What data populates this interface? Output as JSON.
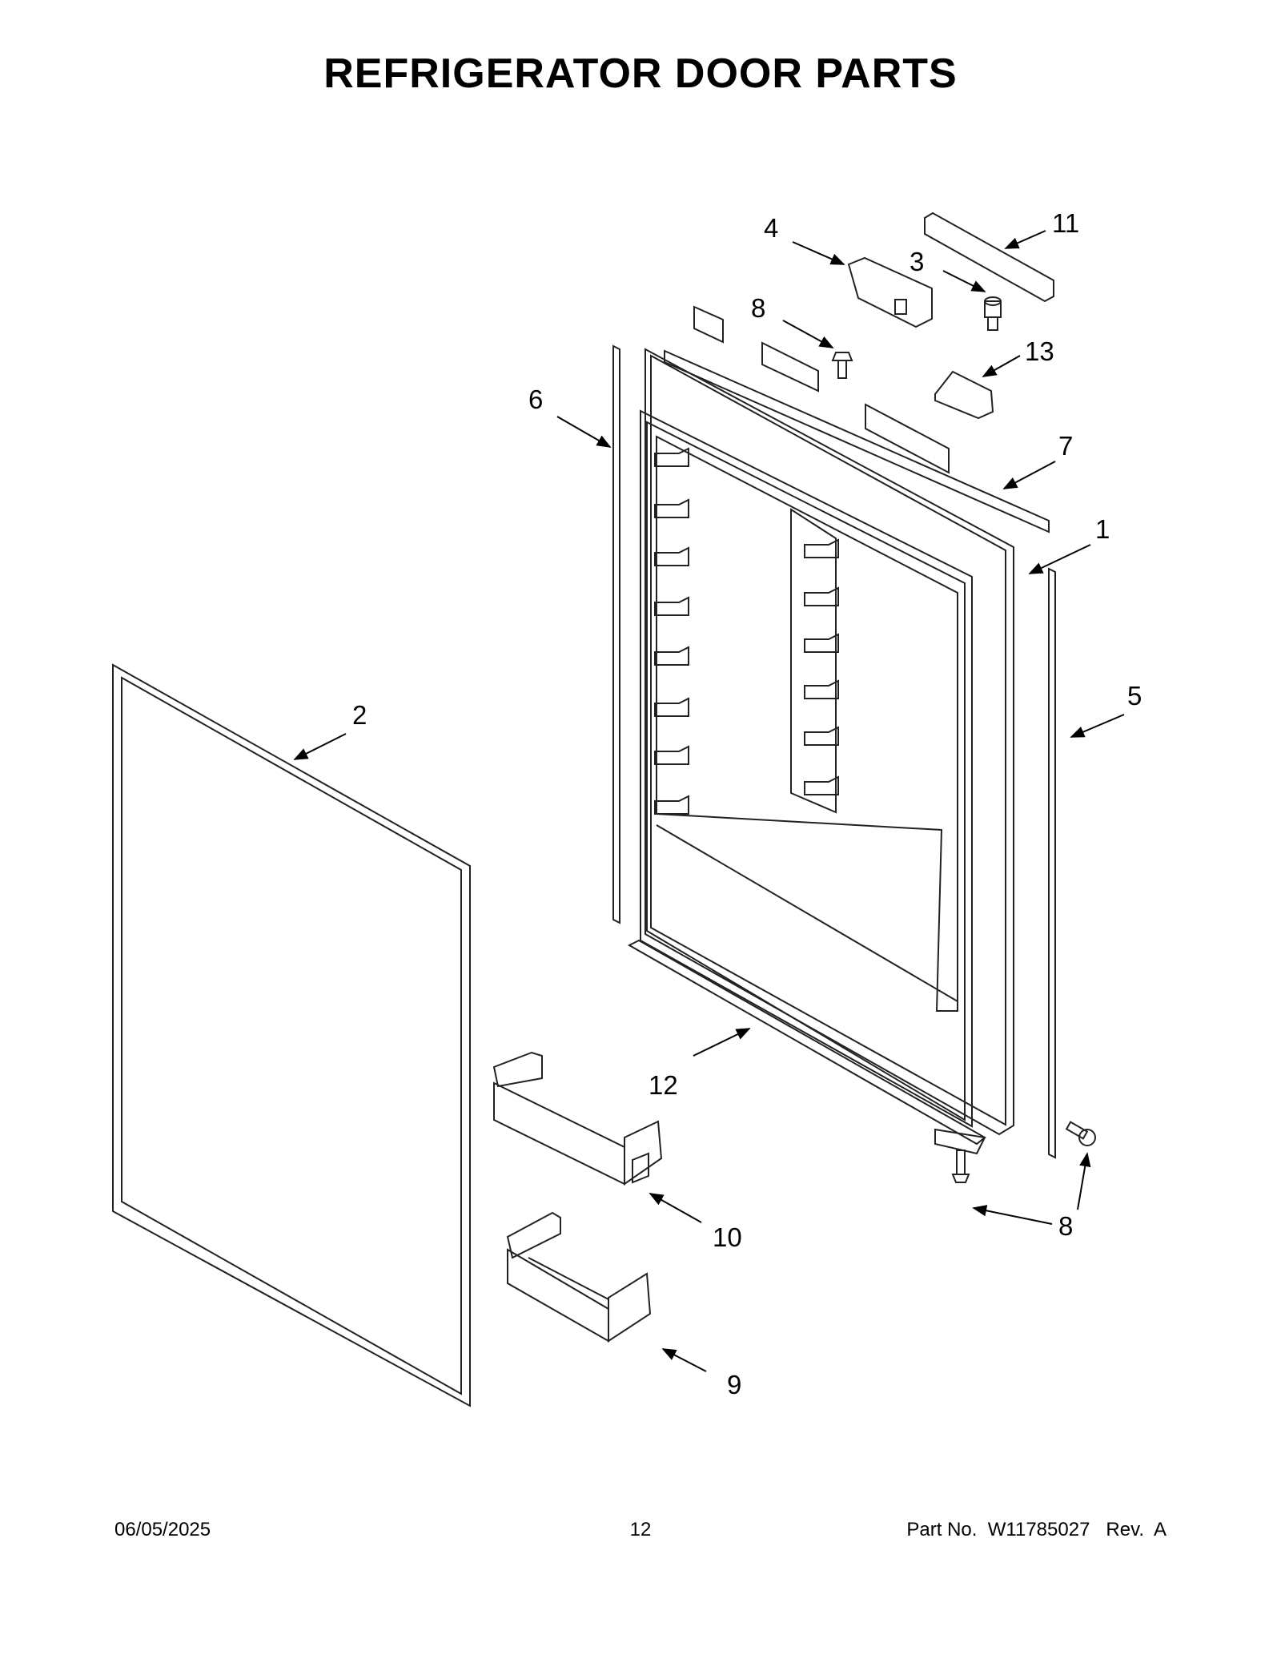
{
  "title": "REFRIGERATOR DOOR PARTS",
  "callouts": {
    "c1": "1",
    "c2": "2",
    "c3": "3",
    "c4": "4",
    "c5": "5",
    "c6": "6",
    "c7": "7",
    "c8a": "8",
    "c8b": "8",
    "c9": "9",
    "c10": "10",
    "c11": "11",
    "c12": "12",
    "c13": "13"
  },
  "footer": {
    "date": "06/05/2025",
    "page": "12",
    "part_no": "Part No.  W11785027   Rev.  A"
  }
}
